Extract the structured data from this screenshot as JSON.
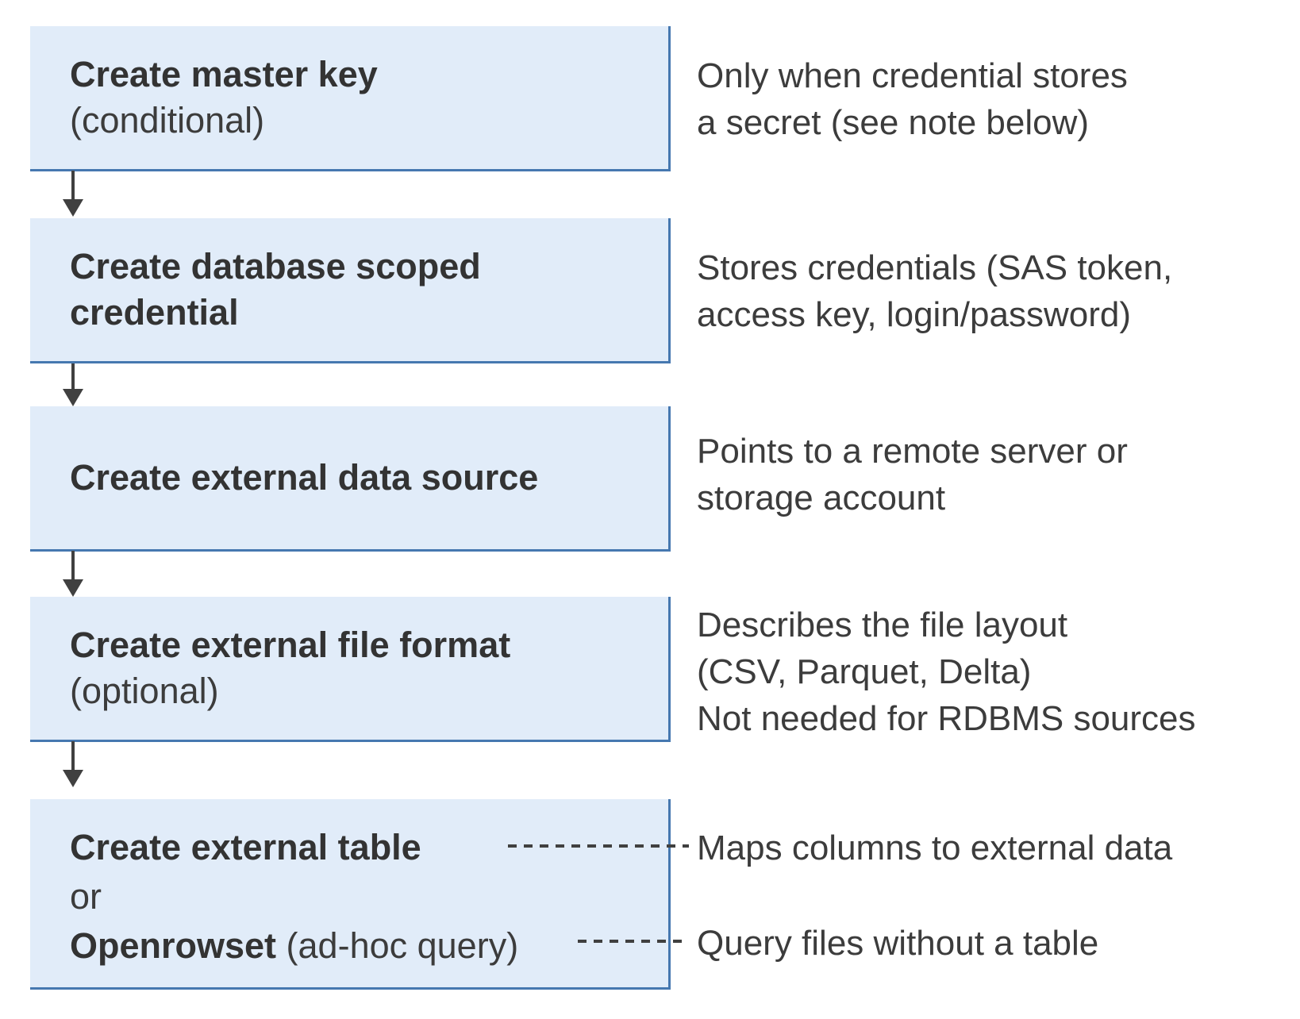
{
  "colors": {
    "box_fill": "#E1ECF9",
    "box_border": "#4678B0",
    "arrow": "#404040",
    "text_bold": "#333333",
    "text_regular": "#3C3C3C",
    "dash": "#404040",
    "background": "#FFFFFF"
  },
  "flow": {
    "steps": [
      {
        "lines": [
          {
            "bold": "Create master key",
            "regular": ""
          },
          {
            "bold": "",
            "regular": "(conditional)"
          }
        ]
      },
      {
        "lines": [
          {
            "bold": "Create database scoped",
            "regular": ""
          },
          {
            "bold": "credential",
            "regular": ""
          }
        ]
      },
      {
        "lines": [
          {
            "bold": "Create external data source",
            "regular": ""
          }
        ]
      },
      {
        "lines": [
          {
            "bold": "Create external file format",
            "regular": ""
          },
          {
            "bold": "",
            "regular": "(optional)"
          }
        ]
      },
      {
        "lines": [
          {
            "bold": "Create external table",
            "regular": ""
          },
          {
            "bold": "",
            "regular": "or"
          },
          {
            "bold": "Openrowset",
            "regular": " (ad-hoc query)"
          }
        ]
      }
    ]
  },
  "annotations": [
    {
      "lines": [
        "Only when credential stores",
        "a secret (see note below)"
      ]
    },
    {
      "lines": [
        "Stores credentials (SAS token,",
        "access key, login/password)"
      ]
    },
    {
      "lines": [
        "Points to a remote server or",
        "storage account"
      ]
    },
    {
      "lines": [
        "Describes the file layout",
        "(CSV, Parquet, Delta)",
        "Not needed for RDBMS sources"
      ]
    },
    {
      "lines": [
        "Maps columns to external data"
      ]
    },
    {
      "lines": [
        "Query files without a table"
      ]
    }
  ]
}
